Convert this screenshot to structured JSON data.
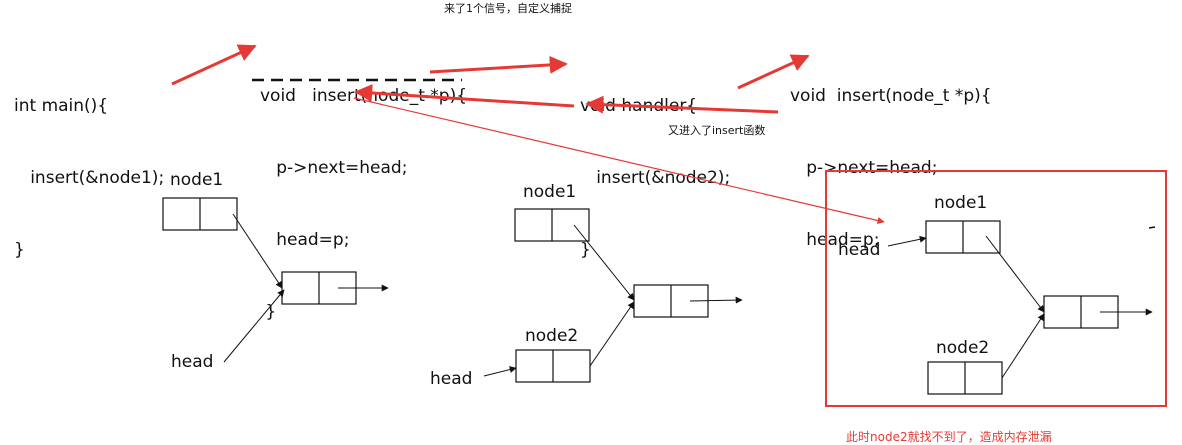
{
  "notes": {
    "signal": "来了1个信号，自定义捕捉",
    "reenter": "又进入了insert函数",
    "leak": "此时node2就找不到了，造成内存泄漏"
  },
  "code_main": [
    "int main(){",
    "   insert(&node1);",
    "}"
  ],
  "code_insert_a": [
    "void   insert(node_t *p){",
    "   p->next=head;",
    "   head=p;",
    " }"
  ],
  "code_handler": [
    "void handler{",
    "   insert(&node2);",
    "}"
  ],
  "code_insert_b": [
    "void  insert(node_t *p){",
    "   p->next=head;",
    "   head=p;"
  ],
  "diagram_labels": {
    "s1_node1": "node1",
    "s1_head": "head",
    "s2_node1": "node1",
    "s2_node2": "node2",
    "s2_head": "head",
    "s3_node1": "node1",
    "s3_node2": "node2",
    "s3_head": "head"
  },
  "colors": {
    "accent_red": "#e53935",
    "line": "#111111"
  }
}
